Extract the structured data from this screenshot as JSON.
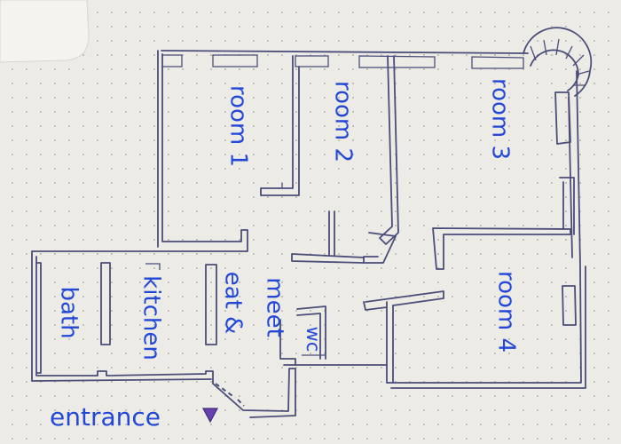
{
  "rooms": {
    "room1": "room 1",
    "room2": "room 2",
    "room3": "room 3",
    "room4": "room 4",
    "bath": "bath",
    "kitchen": "kitchen",
    "eat_meet": "eat &",
    "meet": "meet",
    "wc": "wc"
  },
  "entrance": "entrance",
  "colors": {
    "ink": "#2348d8",
    "pencil": "#4a4d7a",
    "marker": "#6a3fb0",
    "paper": "#ecebe6"
  }
}
